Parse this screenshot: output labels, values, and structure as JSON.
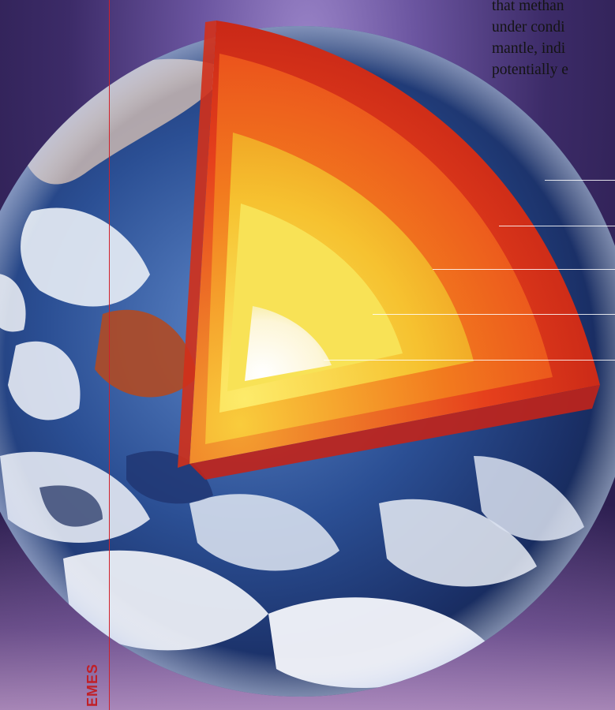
{
  "article_text_lines": [
    "that methan",
    "under condi",
    "mantle, indi",
    "potentially e"
  ],
  "side_label": "EMES",
  "colors": {
    "rule_red": "#d0202a",
    "crust_red": "#e0281c",
    "mantle_orange": "#f2781c",
    "outer_core_yellow": "#f6c230",
    "inner_core_white": "#fdf6d8",
    "ocean_blue": "#28509a"
  },
  "image_subject": "earth-cutaway-illustration"
}
